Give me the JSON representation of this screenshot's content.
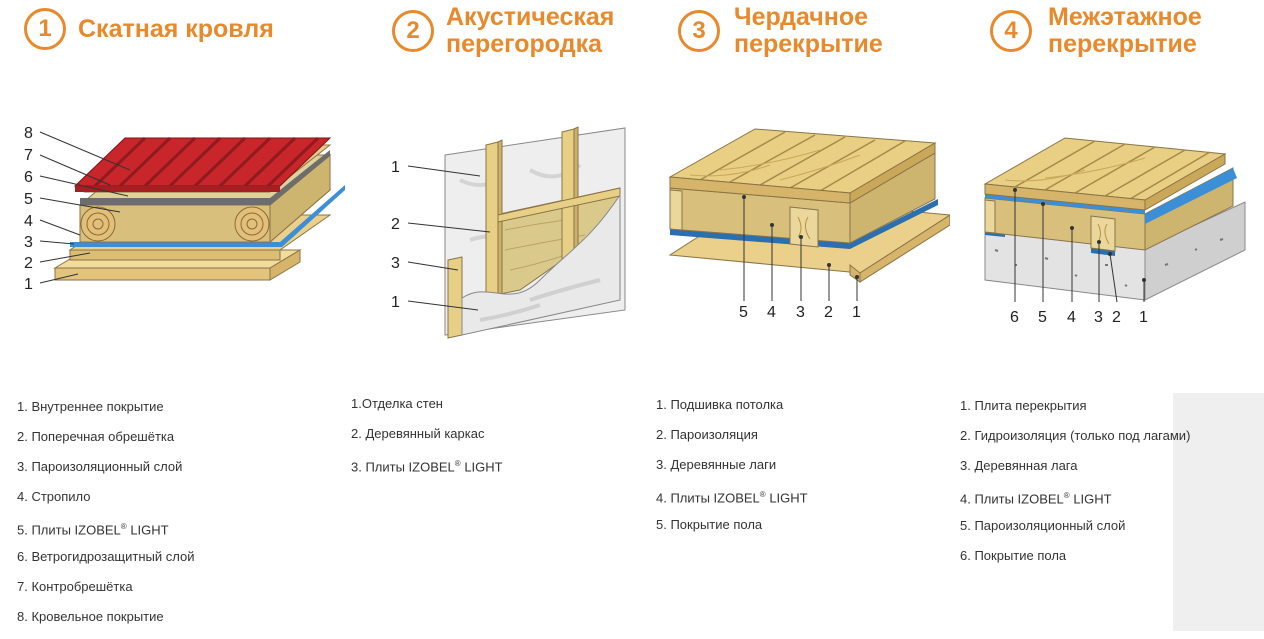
{
  "colors": {
    "accent": "#e8892b",
    "wood": "#e7cf86",
    "insulation": "#d9c98a",
    "membrane": "#3a8fd6",
    "roof": "#c9262b"
  },
  "panels": [
    {
      "number": "1",
      "title": "Скатная кровля",
      "callouts": [
        "8",
        "7",
        "6",
        "5",
        "4",
        "3",
        "2",
        "1"
      ],
      "legend": [
        {
          "text": "1. Внутреннее покрытие"
        },
        {
          "text": "2. Поперечная обрешётка"
        },
        {
          "text": "3. Пароизоляционный слой"
        },
        {
          "text": "4. Стропило"
        },
        {
          "text": "5. Плиты IZOBEL",
          "sup": "®",
          "tail": " LIGHT"
        },
        {
          "text": "6. Ветрогидрозащитный слой"
        },
        {
          "text": "7. Контробрешётка"
        },
        {
          "text": "8. Кровельное покрытие"
        }
      ]
    },
    {
      "number": "2",
      "title": "Акустическая перегородка",
      "title_lines": [
        "Акустическая",
        "перегородка"
      ],
      "callouts": [
        "1",
        "2",
        "3",
        "1"
      ],
      "legend": [
        {
          "text": "1.Отделка стен"
        },
        {
          "text": "2. Деревянный каркас"
        },
        {
          "text": "3. Плиты IZOBEL",
          "sup": "®",
          "tail": " LIGHT"
        }
      ]
    },
    {
      "number": "3",
      "title": "Чердачное перекрытие",
      "title_lines": [
        "Чердачное",
        "перекрытие"
      ],
      "callouts": [
        "5",
        "4",
        "3",
        "2",
        "1"
      ],
      "legend": [
        {
          "text": "1. Подшивка потолка"
        },
        {
          "text": "2. Пароизоляция"
        },
        {
          "text": "3. Деревянные лаги"
        },
        {
          "text": "4. Плиты IZOBEL",
          "sup": "®",
          "tail": " LIGHT"
        },
        {
          "text": "5. Покрытие пола"
        }
      ]
    },
    {
      "number": "4",
      "title": "Межэтажное перекрытие",
      "title_lines": [
        "Межэтажное",
        "перекрытие"
      ],
      "callouts": [
        "6",
        "5",
        "4",
        "3",
        "2",
        "1"
      ],
      "legend": [
        {
          "text": "1. Плита перекрытия"
        },
        {
          "text": "2. Гидроизоляция (только под лагами)"
        },
        {
          "text": "3. Деревянная лага"
        },
        {
          "text": "4. Плиты IZOBEL",
          "sup": "®",
          "tail": " LIGHT"
        },
        {
          "text": "5. Пароизоляционный слой"
        },
        {
          "text": "6. Покрытие пола"
        }
      ]
    }
  ]
}
